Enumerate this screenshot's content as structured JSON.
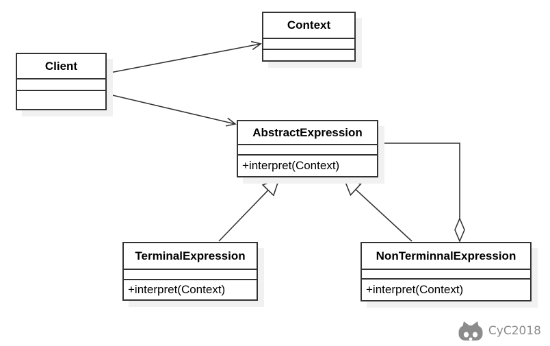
{
  "diagram": {
    "type": "uml-class-diagram",
    "pattern": "Interpreter",
    "classes": {
      "client": {
        "name": "Client",
        "attributes": [],
        "methods": []
      },
      "context": {
        "name": "Context",
        "attributes": [],
        "methods": []
      },
      "abstract_expression": {
        "name": "AbstractExpression",
        "attributes": [],
        "methods": [
          "+interpret(Context)"
        ]
      },
      "terminal_expression": {
        "name": "TerminalExpression",
        "attributes": [],
        "methods": [
          "+interpret(Context)"
        ]
      },
      "nonterminal_expression": {
        "name": "NonTerminnalExpression",
        "attributes": [],
        "methods": [
          "+interpret(Context)"
        ]
      }
    },
    "relationships": [
      {
        "from": "Client",
        "to": "Context",
        "type": "association",
        "marker": "open-arrow"
      },
      {
        "from": "Client",
        "to": "AbstractExpression",
        "type": "association",
        "marker": "open-arrow"
      },
      {
        "from": "TerminalExpression",
        "to": "AbstractExpression",
        "type": "generalization",
        "marker": "hollow-triangle"
      },
      {
        "from": "NonTerminnalExpression",
        "to": "AbstractExpression",
        "type": "generalization",
        "marker": "hollow-triangle"
      },
      {
        "from": "AbstractExpression",
        "to": "NonTerminnalExpression",
        "type": "aggregation",
        "marker": "hollow-diamond"
      }
    ]
  },
  "watermark": {
    "label": "CyC2018",
    "icon": "cat-logo-icon"
  },
  "colors": {
    "background": "#ffffff",
    "box_border": "#333333",
    "box_fill": "#ffffff",
    "box_shadow": "#f1f1f1",
    "line": "#333333",
    "watermark": "#8c8c8c"
  }
}
